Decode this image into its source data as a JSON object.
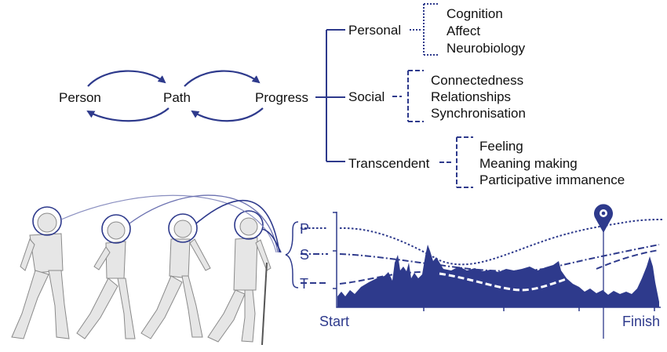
{
  "colors": {
    "accent": "#2e3a8c",
    "figure": "#e4e4e4",
    "outline": "#888888"
  },
  "cycle": {
    "nodes": [
      "Person",
      "Path",
      "Progress"
    ]
  },
  "tree": {
    "branches": [
      {
        "label": "Personal",
        "items": [
          "Cognition",
          "Affect",
          "Neurobiology"
        ]
      },
      {
        "label": "Social",
        "items": [
          "Connectedness",
          "Relationships",
          "Synchronisation"
        ]
      },
      {
        "label": "Transcendent",
        "items": [
          "Feeling",
          "Meaning making",
          "Participative immanence"
        ]
      }
    ]
  },
  "chart": {
    "series_labels": [
      "P",
      "S",
      "T"
    ],
    "x_start": "Start",
    "x_end": "Finish",
    "marker_icon": "location-pin-icon"
  }
}
